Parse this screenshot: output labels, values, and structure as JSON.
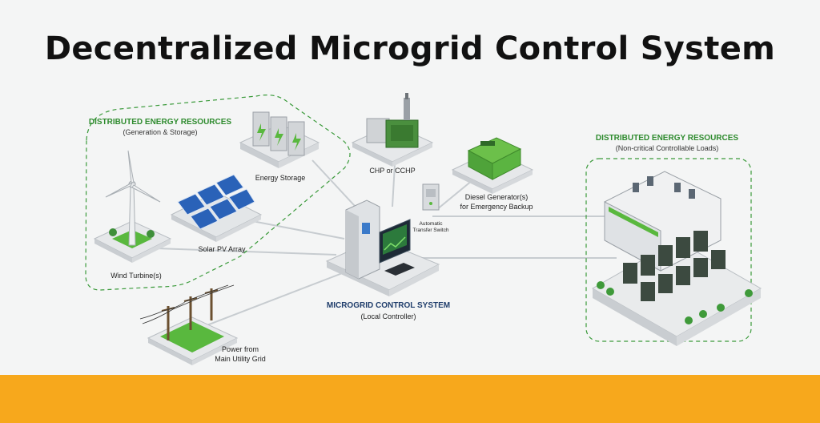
{
  "title": "Decentralized Microgrid Control System",
  "left_group": {
    "heading": "DISTRIBUTED ENERGY RESOURCES",
    "subheading": "(Generation & Storage)"
  },
  "right_group": {
    "heading": "DISTRIBUTED ENERGY RESOURCES",
    "subheading": "(Non-critical Controllable Loads)"
  },
  "labels": {
    "energy_storage": "Energy Storage",
    "solar": "Solar PV Array",
    "wind": "Wind Turbine(s)",
    "chp": "CHP or CCHP",
    "diesel_line1": "Diesel Generator(s)",
    "diesel_line2": "for Emergency Backup",
    "ats_line1": "Automatic",
    "ats_line2": "Transfer Switch",
    "grid_line1": "Power from",
    "grid_line2": "Main Utility Grid"
  },
  "controller": {
    "heading": "MICROGRID CONTROL SYSTEM",
    "subheading": "(Local Controller)"
  },
  "colors": {
    "accent_green": "#2e8b2e",
    "control_blue": "#1f3d6b",
    "footer": "#f7a81c"
  }
}
